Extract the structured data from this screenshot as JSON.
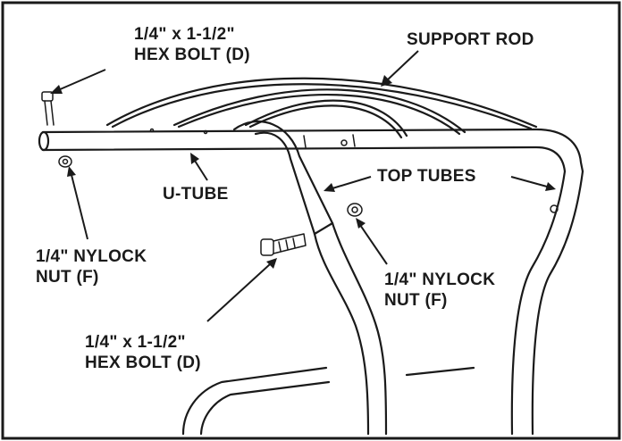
{
  "labels": {
    "bolt_top": {
      "line1": "1/4\" x 1-1/2\"",
      "line2": "HEX BOLT (D)"
    },
    "support_rod": "SUPPORT ROD",
    "u_tube": "U-TUBE",
    "top_tubes": "TOP TUBES",
    "nut_left": {
      "line1": "1/4\" NYLOCK",
      "line2": "NUT (F)"
    },
    "nut_right": {
      "line1": "1/4\" NYLOCK",
      "line2": "NUT (F)"
    },
    "bolt_bottom": {
      "line1": "1/4\" x 1-1/2\"",
      "line2": "HEX BOLT (D)"
    }
  }
}
